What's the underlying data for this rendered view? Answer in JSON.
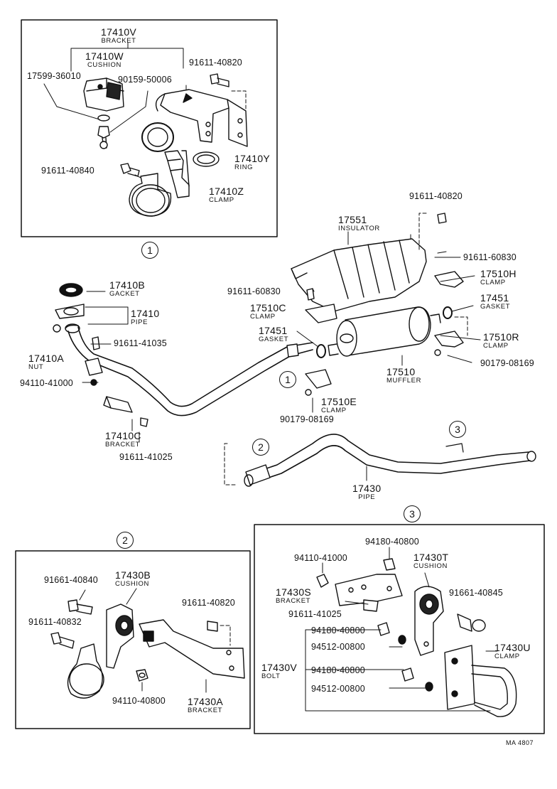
{
  "parts": {
    "p17410v": {
      "num": "17410V",
      "name": "BRACKET"
    },
    "p17410w": {
      "num": "17410W",
      "name": "CUSHION"
    },
    "p17599": {
      "num": "17599-36010"
    },
    "p90159": {
      "num": "90159-50006"
    },
    "p91611_40820a": {
      "num": "91611-40820"
    },
    "p17410y": {
      "num": "17410Y",
      "name": "RING"
    },
    "p91611_40840": {
      "num": "91611-40840"
    },
    "p17410z": {
      "num": "17410Z",
      "name": "CLAMP"
    },
    "p91611_40820b": {
      "num": "91611-40820"
    },
    "p17551": {
      "num": "17551",
      "name": "INSULATOR"
    },
    "p91611_60830a": {
      "num": "91611-60830"
    },
    "p17510h": {
      "num": "17510H",
      "name": "CLAMP"
    },
    "p17410b": {
      "num": "17410B",
      "name": "GACKET"
    },
    "p91611_60830b": {
      "num": "91611-60830"
    },
    "p17451a": {
      "num": "17451",
      "name": "GASKET"
    },
    "p17410": {
      "num": "17410",
      "name": "PIPE"
    },
    "p17510c": {
      "num": "17510C",
      "name": "CLAMP"
    },
    "p17451b": {
      "num": "17451",
      "name": "GASKET"
    },
    "p17510r": {
      "num": "17510R",
      "name": "CLAMP"
    },
    "p91611_41035": {
      "num": "91611-41035"
    },
    "p17410a": {
      "num": "17410A",
      "name": "NUT"
    },
    "p90179a": {
      "num": "90179-08169"
    },
    "p17510": {
      "num": "17510",
      "name": "MUFFLER"
    },
    "p94110_41000a": {
      "num": "94110-41000"
    },
    "p17510e": {
      "num": "17510E",
      "name": "CLAMP"
    },
    "p90179b": {
      "num": "90179-08169"
    },
    "p17410c": {
      "num": "17410C",
      "name": "BRACKET"
    },
    "p91611_41025a": {
      "num": "91611-41025"
    },
    "p17430": {
      "num": "17430",
      "name": "PIPE"
    },
    "p91661_40840": {
      "num": "91661-40840"
    },
    "p17430b": {
      "num": "17430B",
      "name": "CUSHION"
    },
    "p91611_40820c": {
      "num": "91611-40820"
    },
    "p91611_40832": {
      "num": "91611-40832"
    },
    "p94110_40800": {
      "num": "94110-40800"
    },
    "p17430a": {
      "num": "17430A",
      "name": "BRACKET"
    },
    "p94180_40800a": {
      "num": "94180-40800"
    },
    "p94110_41000b": {
      "num": "94110-41000"
    },
    "p17430t": {
      "num": "17430T",
      "name": "CUSHION"
    },
    "p17430s": {
      "num": "17430S",
      "name": "BRACKET"
    },
    "p91661_40845": {
      "num": "91661-40845"
    },
    "p91611_41025b": {
      "num": "91611-41025"
    },
    "p94180_40800b": {
      "num": "94180-40800"
    },
    "p94512_a": {
      "num": "94512-00800"
    },
    "p17430u": {
      "num": "17430U",
      "name": "CLAMP"
    },
    "p17430v": {
      "num": "17430V",
      "name": "BOLT"
    },
    "p94180_40800c": {
      "num": "94180-40800"
    },
    "p94512_b": {
      "num": "94512-00800"
    }
  },
  "callouts": {
    "c1": "1",
    "c2": "2",
    "c3": "3"
  },
  "code": "MA 4807"
}
